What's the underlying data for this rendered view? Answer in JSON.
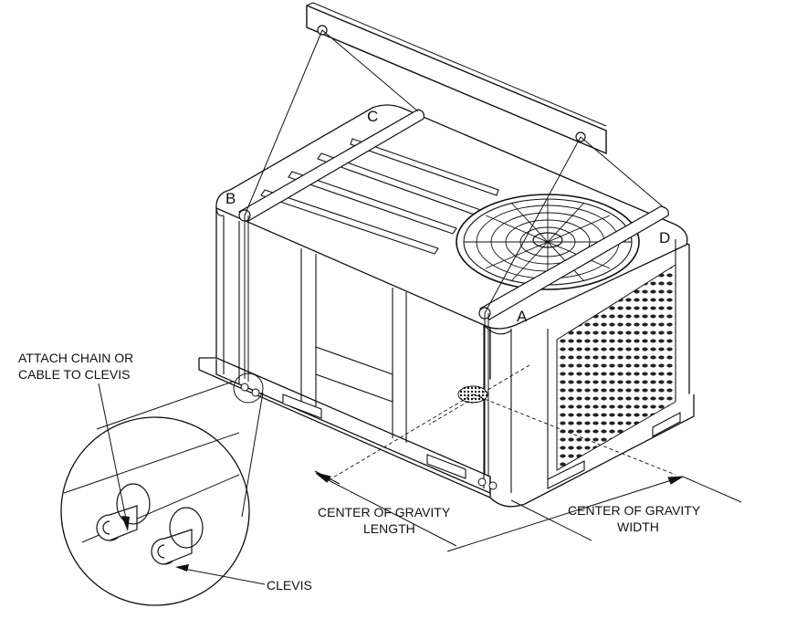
{
  "callouts": {
    "attach_line1": "ATTACH CHAIN OR",
    "attach_line2": "CABLE TO CLEVIS",
    "clevis": "CLEVIS",
    "cg_length_line1": "CENTER OF GRAVITY",
    "cg_length_line2": "LENGTH",
    "cg_width_line1": "CENTER OF GRAVITY",
    "cg_width_line2": "WIDTH"
  },
  "lift_points": {
    "a": "A",
    "b": "B",
    "c": "C",
    "d": "D"
  }
}
